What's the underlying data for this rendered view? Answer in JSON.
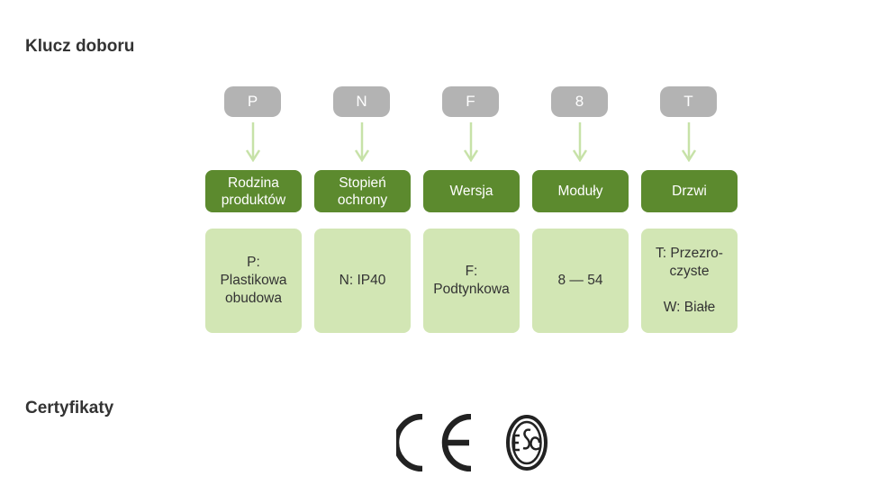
{
  "sections": {
    "key_title": "Klucz doboru",
    "cert_title": "Certyfikaty"
  },
  "columns": [
    {
      "code": "P",
      "label": "Rodzina\nproduktów",
      "value": "P:\nPlastikowa\nobudowa"
    },
    {
      "code": "N",
      "label": "Stopień\nochrony",
      "value": "N: IP40"
    },
    {
      "code": "F",
      "label": "Wersja",
      "value": "F:\nPodtynkowa"
    },
    {
      "code": "8",
      "label": "Moduły",
      "value": "8 — 54"
    },
    {
      "code": "T",
      "label": "Drzwi",
      "value": "T: Przezro-\nczyste\n\nW: Białe"
    }
  ],
  "certificates": [
    {
      "icon": "ce-mark-icon"
    },
    {
      "icon": "esc-mark-icon"
    }
  ],
  "colors": {
    "code_box": "#b3b3b3",
    "label_box": "#5c8a2e",
    "value_box": "#d2e6b4",
    "arrow": "#c7e2a8",
    "text": "#333333"
  }
}
